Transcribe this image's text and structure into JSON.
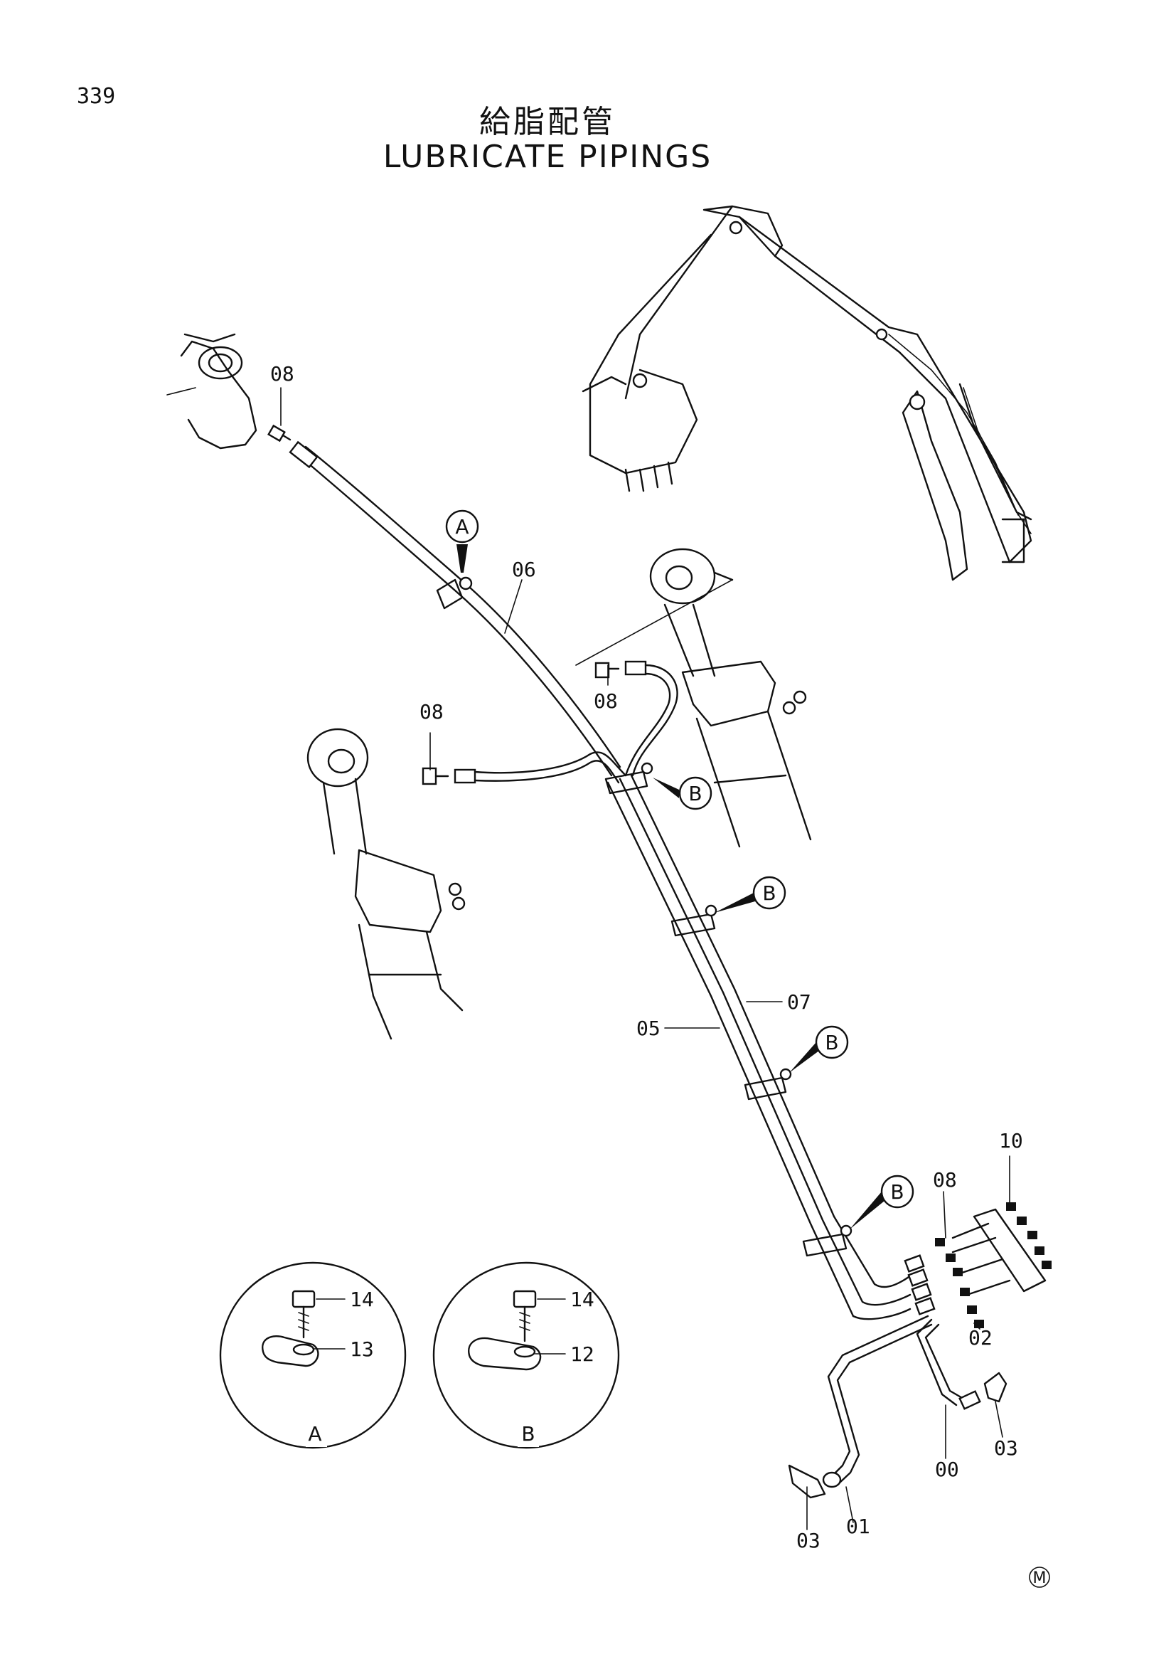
{
  "page_number": "339",
  "title_jp": "給脂配管",
  "title_en": "LUBRICATE PIPINGS",
  "part_labels": {
    "p00": "00",
    "p01": "01",
    "p02": "02",
    "p03_left": "03",
    "p03_right": "03",
    "p05": "05",
    "p06": "06",
    "p07": "07",
    "p08_top": "08",
    "p08_mid": "08",
    "p08_left": "08",
    "p08_manifold": "08",
    "p10": "10",
    "p12": "12",
    "p13": "13",
    "p14_a": "14",
    "p14_b": "14"
  },
  "callouts": {
    "a_bubble": "A",
    "b_bubble_1": "B",
    "b_bubble_2": "B",
    "b_bubble_3": "B",
    "b_bubble_4": "B"
  },
  "detail_views": {
    "detail_a": "A",
    "detail_b": "B"
  },
  "manufacturer_mark": "M"
}
